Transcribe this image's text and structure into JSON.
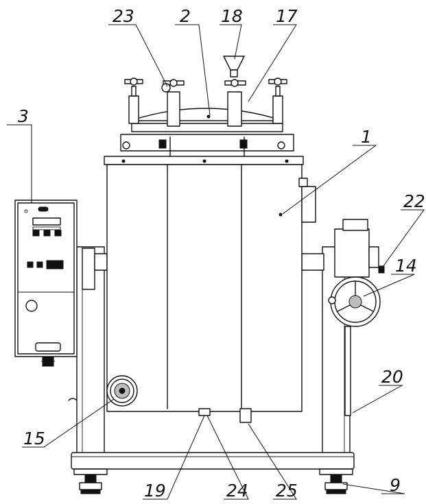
{
  "callouts": [
    {
      "id": "c1",
      "label": "1"
    },
    {
      "id": "c2",
      "label": "2"
    },
    {
      "id": "c3",
      "label": "3"
    },
    {
      "id": "c9",
      "label": "9"
    },
    {
      "id": "c14",
      "label": "14"
    },
    {
      "id": "c15",
      "label": "15"
    },
    {
      "id": "c17",
      "label": "17"
    },
    {
      "id": "c18",
      "label": "18"
    },
    {
      "id": "c19",
      "label": "19"
    },
    {
      "id": "c20",
      "label": "20"
    },
    {
      "id": "c22",
      "label": "22"
    },
    {
      "id": "c23",
      "label": "23"
    },
    {
      "id": "c24",
      "label": "24"
    },
    {
      "id": "c25",
      "label": "25"
    }
  ]
}
